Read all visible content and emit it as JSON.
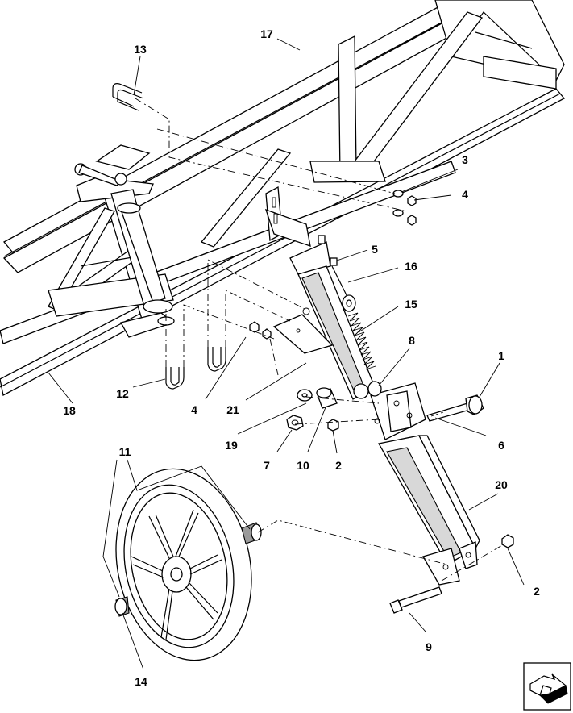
{
  "callouts": {
    "c1": "1",
    "c2a": "2",
    "c2b": "2",
    "c3": "3",
    "c4a": "4",
    "c4b": "4",
    "c5": "5",
    "c6": "6",
    "c7": "7",
    "c8": "8",
    "c9": "9",
    "c10": "10",
    "c11": "11",
    "c12": "12",
    "c13": "13",
    "c14": "14",
    "c15": "15",
    "c16": "16",
    "c17": "17",
    "c18": "18",
    "c19": "19",
    "c20": "20",
    "c21": "21"
  },
  "icons": {
    "nav": "next-page-arrow-icon"
  }
}
